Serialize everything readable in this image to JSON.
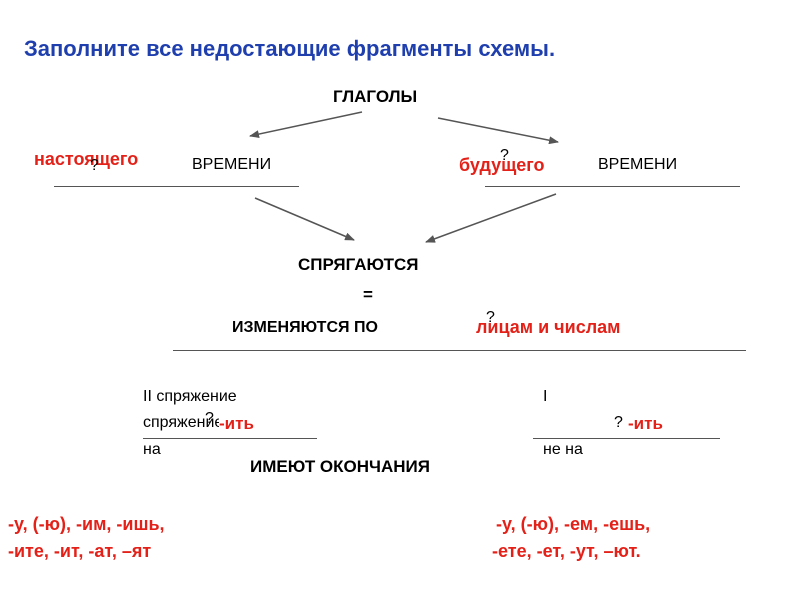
{
  "title": "Заполните все недостающие фрагменты схемы.",
  "root": "ГЛАГОЛЫ",
  "q": "?",
  "present": {
    "answer": "настоящего",
    "word": "ВРЕМЕНИ"
  },
  "future": {
    "answer": "будущего",
    "word": "ВРЕМЕНИ"
  },
  "conjugate": "СПРЯГАЮТСЯ",
  "equals": "=",
  "change_by": "ИЗМЕНЯЮТСЯ ПО",
  "change_answer": "лицам и числам",
  "second": {
    "line1": "II спряжение",
    "line2": "спряжение",
    "line3": "на",
    "answer": "-ить"
  },
  "first": {
    "line1": "I",
    "line3": "не на",
    "answer": "-ить"
  },
  "endings_title": "ИМЕЮТ ОКОНЧАНИЯ",
  "endings_left": {
    "line1": "-у, (-ю), -им, -ишь,",
    "line2": "-ите, -ит, -ат, –ят"
  },
  "endings_right": {
    "line1": "-у, (-ю), -ем, -ешь,",
    "line2": "-ете, -ет, -ут, –ют."
  },
  "colors": {
    "title": "#1f3fae",
    "answer": "#e32119"
  }
}
